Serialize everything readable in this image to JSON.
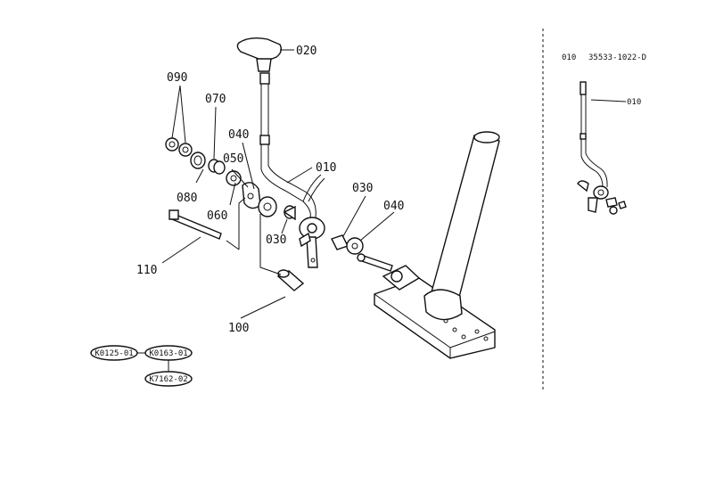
{
  "labels": {
    "p090": "090",
    "p070": "070",
    "p040a": "040",
    "p050": "050",
    "p080": "080",
    "p060": "060",
    "p020": "020",
    "p010": "010",
    "p030a": "030",
    "p030b": "030",
    "p040b": "040",
    "p110": "110",
    "p100": "100"
  },
  "side": {
    "header_ref": "010",
    "header_code": "35533-1022-D",
    "part_label": "010"
  },
  "codes": {
    "a": "K0125-01",
    "b": "K0163-01",
    "c": "K7162-02"
  }
}
